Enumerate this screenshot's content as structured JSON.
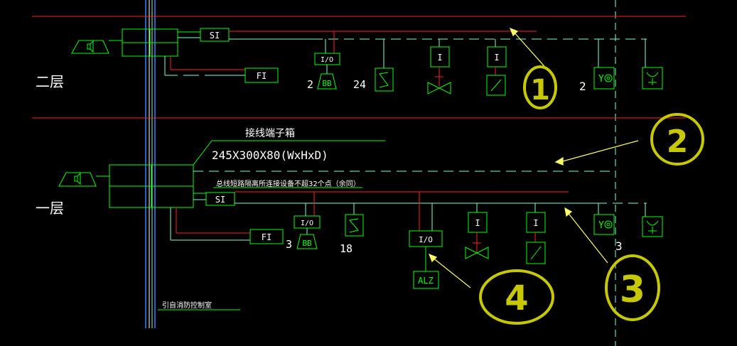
{
  "floors": {
    "upper": "二层",
    "lower": "一层"
  },
  "labels": {
    "si": "SI",
    "fi": "FI",
    "io": "I/O",
    "alz": "ALZ",
    "panel_title": "接线端子箱",
    "panel_size": "245X300X80(WxHxD)",
    "loop_note": "总线短路隔离所连接设备不超32个点（余同）",
    "source_note": "引自消防控制室",
    "module_i": "I"
  },
  "counts": {
    "upper_beam": "2",
    "upper_smoke": "24",
    "upper_hydrant": "2",
    "lower_beam": "3",
    "lower_smoke": "18",
    "lower_hydrant": "3"
  },
  "annotations": {
    "circle_1": "1",
    "circle_2": "2",
    "circle_3": "3",
    "circle_4": "4"
  },
  "colors": {
    "background": "#000000",
    "green": "#00ff00",
    "cyan": "#7fffd4",
    "red": "#ff2020",
    "blue": "#3f7fff",
    "white": "#ffffff",
    "annotation": "#c8c800",
    "arrow": "#ffff66"
  }
}
